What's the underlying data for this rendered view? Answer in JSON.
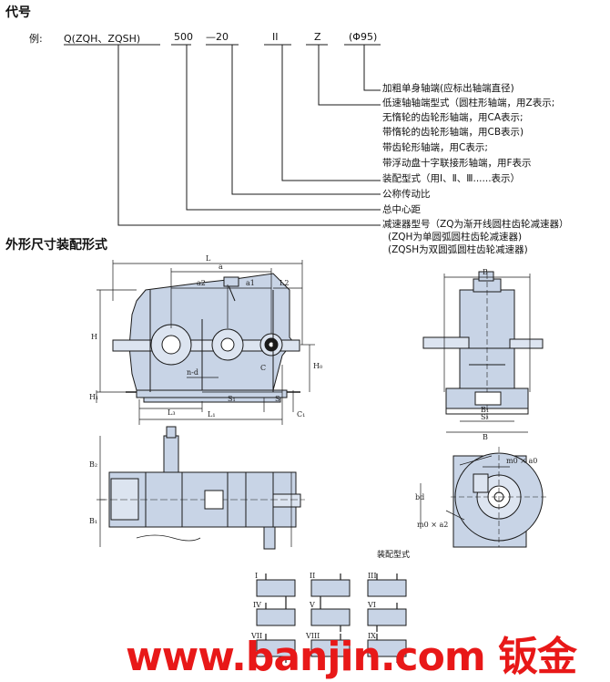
{
  "header": {
    "title": "代号"
  },
  "code": {
    "example_prefix": "例:",
    "parts": [
      "Q(ZQH、ZQSH)",
      "500",
      "—20",
      "II",
      "Z",
      "(Φ95)"
    ]
  },
  "legend": [
    "加粗单身轴端(应标出轴端直径)",
    "低速轴轴端型式（圆柱形轴端，用Z表示;",
    "无惰轮的齿轮形轴端，用CA表示;",
    "带惰轮的齿轮形轴端，用CB表示)",
    "带齿轮形轴端，用C表示;",
    "带浮动盘十字联接形轴端，用F表示",
    "装配型式（用Ⅰ、Ⅱ、Ⅲ......表示）",
    "公称传动比",
    "总中心距",
    "减速器型号（ZQ为渐开线圆柱齿轮减速器）",
    "(ZQH为单圆弧圆柱齿轮减速器)",
    "(ZQSH为双圆弧圆柱齿轮减速器)"
  ],
  "section2": {
    "title": "外形尺寸装配形式"
  },
  "dims": {
    "L": "L",
    "a": "a",
    "a2": "a2",
    "a1": "a1",
    "L2": "L2",
    "H": "H",
    "H0": "H₀",
    "H1": "H₁",
    "n_d": "n-d",
    "S1": "S₁",
    "C": "C",
    "S": "S",
    "C1": "C₁",
    "L3": "L₃",
    "L1": "L₁",
    "B": "B",
    "B1": "B₁",
    "S2": "S₂",
    "B2": "B₂",
    "bd": "bd",
    "m0xa0": "m0 × a0",
    "m0xa2": "m0 × a2"
  },
  "assembly": {
    "caption": "装配型式",
    "types": [
      "I",
      "II",
      "III",
      "IV",
      "V",
      "VI",
      "VII",
      "VIII",
      "IX"
    ]
  },
  "watermark": "www.banjin.com 钣金",
  "colors": {
    "body_fill": "#c8d4e6",
    "line": "#1a1a1a",
    "watermark": "#e81818"
  }
}
